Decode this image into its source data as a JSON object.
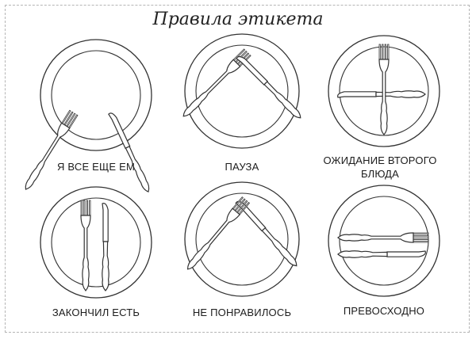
{
  "title": "Правила этикета",
  "panels": [
    {
      "label": "Я ВСЕ ЕЩЕ ЕМ"
    },
    {
      "label": "ПАУЗА"
    },
    {
      "label": "ОЖИДАНИЕ ВТОРОГО БЛЮДА"
    },
    {
      "label": "ЗАКОНЧИЛ ЕСТЬ"
    },
    {
      "label": "НЕ ПОНРАВИЛОСЬ"
    },
    {
      "label": "ПРЕВОСХОДНО"
    }
  ],
  "icons": [
    "plate-icon",
    "fork-icon",
    "knife-icon"
  ]
}
